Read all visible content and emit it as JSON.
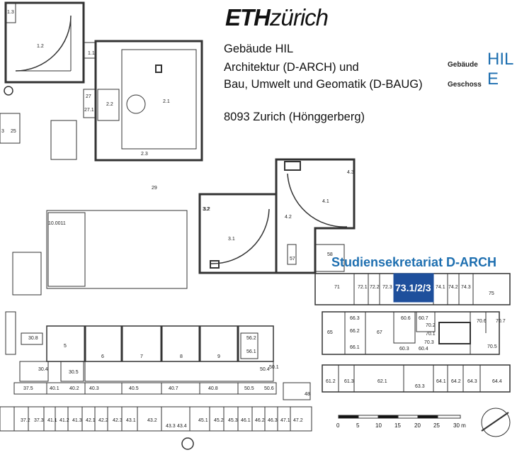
{
  "logo": {
    "bold": "ETH",
    "regular": "zürich"
  },
  "header": {
    "line1": "Gebäude HIL",
    "line2": "Architektur (D-ARCH) und",
    "line3": "Bau, Umwelt und Geomatik (D-BAUG)",
    "line4": "8093 Zurich (Hönggerberg)"
  },
  "legend": {
    "building_label": "Gebäude",
    "building_value": "HIL",
    "floor_label": "Geschoss",
    "floor_value": "E"
  },
  "highlight": {
    "office_name": "Studiensekretariat D-ARCH",
    "room": "73.1/2/3",
    "color": "#1e6fb0"
  },
  "scale": [
    "0",
    "5",
    "10",
    "15",
    "20",
    "25",
    "30 m"
  ],
  "rooms": [
    "1.2",
    "1.3",
    "1.1",
    "27",
    "27.1",
    "2.2",
    "2.1",
    "2.3",
    "29",
    "3.2",
    "3.1",
    "4.3",
    "4.1",
    "4.2",
    "57",
    "58",
    "10.0011",
    "3",
    "25",
    "71",
    "72.1",
    "72.2",
    "72.3",
    "74.1",
    "74.2",
    "74.3",
    "75",
    "5",
    "6",
    "7",
    "8",
    "9",
    "56.2",
    "56.1",
    "65",
    "66.3",
    "66.2",
    "67",
    "66.1",
    "60.6",
    "60.7",
    "70.2",
    "70.1",
    "70.3",
    "60.3",
    "60.4",
    "70.6",
    "70.7",
    "70.5",
    "30.8",
    "30.5",
    "30.4",
    "50.4",
    "50.1",
    "37.5",
    "40.1",
    "40.2",
    "40.3",
    "40.5",
    "40.7",
    "40.8",
    "50.5",
    "50.6",
    "48",
    "61.2",
    "61.3",
    "62.1",
    "63.3",
    "64.1",
    "64.2",
    "64.3",
    "64.4",
    "37.2",
    "37.3",
    "41.1",
    "41.2",
    "41.3",
    "42.1",
    "42.2",
    "42.3",
    "43.1",
    "43.2",
    "43.3",
    "43.4",
    "45.1",
    "45.2",
    "45.3",
    "46.1",
    "46.2",
    "46.3",
    "47.1",
    "47.2",
    "3.2"
  ]
}
